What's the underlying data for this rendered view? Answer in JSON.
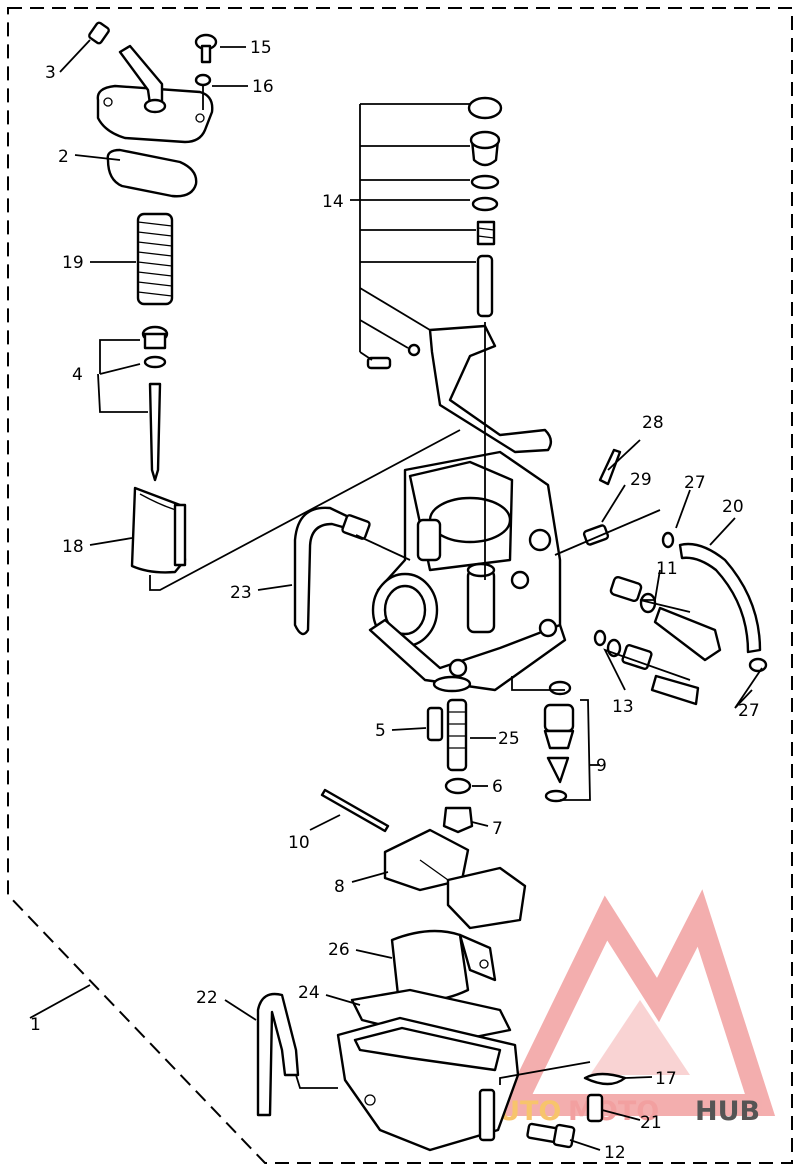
{
  "diagram": {
    "callouts": {
      "c1": "1",
      "c2": "2",
      "c3": "3",
      "c4": "4",
      "c5": "5",
      "c6": "6",
      "c7": "7",
      "c8": "8",
      "c9": "9",
      "c10": "10",
      "c11": "11",
      "c12": "12",
      "c13": "13",
      "c14": "14",
      "c15": "15",
      "c16": "16",
      "c17": "17",
      "c18": "18",
      "c19": "19",
      "c20": "20",
      "c21": "21",
      "c22": "22",
      "c23": "23",
      "c24": "24",
      "c25": "25",
      "c26": "26",
      "c27a": "27",
      "c27b": "27",
      "c28": "28",
      "c29": "29"
    },
    "line_color": "#000000",
    "background": "#ffffff"
  },
  "watermark": {
    "text_part1": "AUTO",
    "text_part2": "MOTO",
    "text_part3": "HUB",
    "color_primary": "#f2a0a0",
    "color_secondary": "#f7c46c",
    "color_dark": "#555555"
  }
}
